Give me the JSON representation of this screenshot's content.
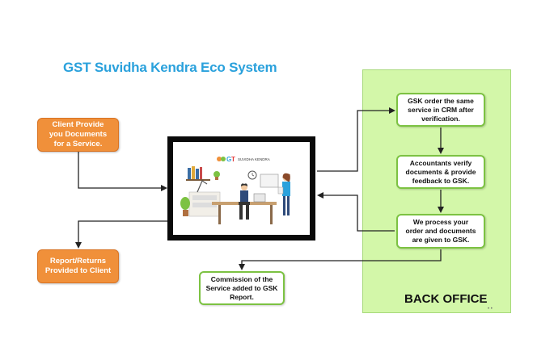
{
  "title": "GST Suvidha Kendra Eco System",
  "nodes": {
    "client": "Client Provide\nyou Documents\nfor a Service.",
    "report": "Report/Returns\nProvided to Client",
    "commission": "Commission of the\nService added to GSK\nReport.",
    "gsk_order": "GSK order the same\nservice in CRM after\nverification.",
    "accountants": "Accountants verify\ndocuments & provide\nfeedback to GSK.",
    "process": "We process your\norder and documents\nare given to GSK."
  },
  "back_office_label": "BACK OFFICE",
  "logo_text": "SUVIDHA KENDRA",
  "colors": {
    "title": "#2aa1dc",
    "orange": "#f0903a",
    "green_panel": "#d3f7a9",
    "green_border": "#7cc242"
  }
}
